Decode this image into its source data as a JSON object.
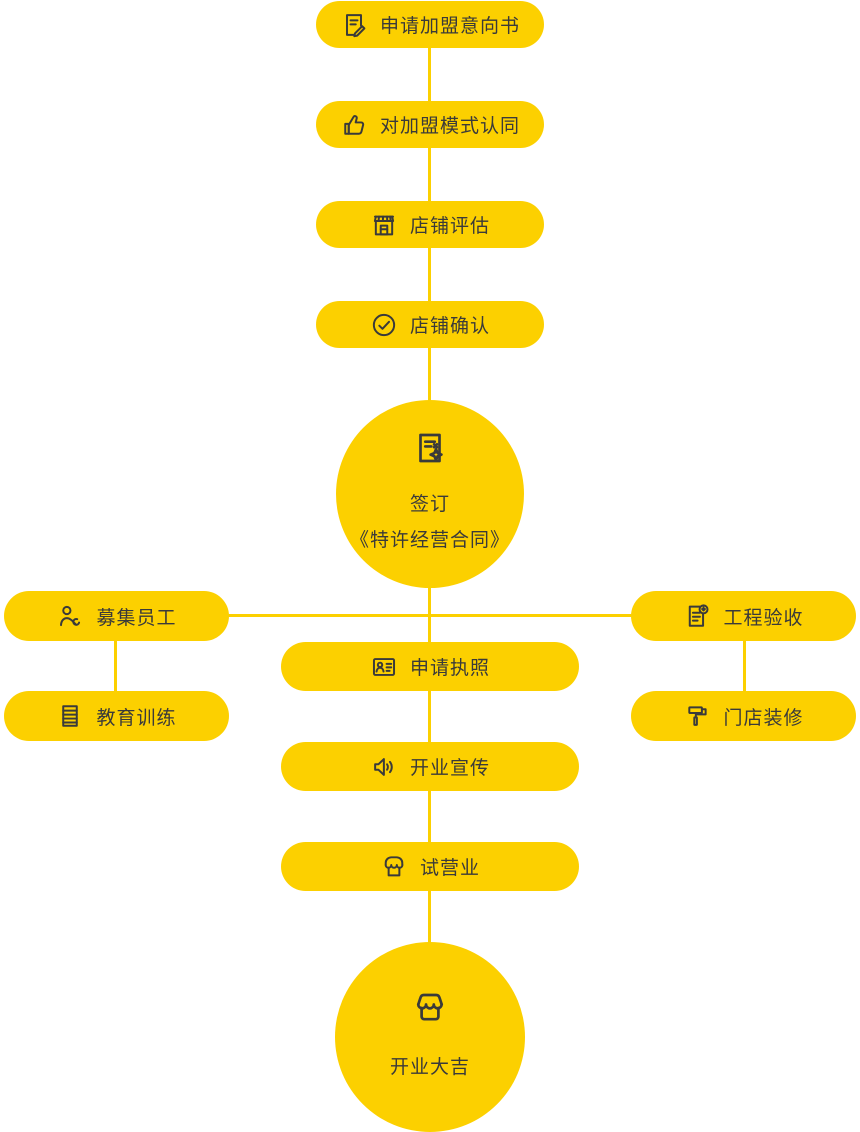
{
  "colors": {
    "accent": "#FCD000",
    "text": "#3A3A3A",
    "background": "#FFFFFF"
  },
  "steps": {
    "apply_intent": {
      "label": "申请加盟意向书",
      "icon": "document-pen-icon"
    },
    "model_agree": {
      "label": "对加盟模式认同",
      "icon": "thumbs-up-icon"
    },
    "store_evaluate": {
      "label": "店铺评估",
      "icon": "storefront-awning-icon"
    },
    "store_confirm": {
      "label": "店铺确认",
      "icon": "check-circle-icon"
    },
    "sign_contract": {
      "line1": "签订",
      "line2": "《特许经营合同》",
      "icon": "contract-star-icon"
    },
    "recruit_staff": {
      "label": "募集员工",
      "icon": "person-wrench-icon"
    },
    "project_acceptance": {
      "label": "工程验收",
      "icon": "document-stamp-icon"
    },
    "training": {
      "label": "教育训练",
      "icon": "notebook-icon"
    },
    "store_decoration": {
      "label": "门店装修",
      "icon": "paint-roller-icon"
    },
    "apply_license": {
      "label": "申请执照",
      "icon": "id-card-icon"
    },
    "opening_promo": {
      "label": "开业宣传",
      "icon": "speaker-icon"
    },
    "trial_operation": {
      "label": "试营业",
      "icon": "market-stall-icon"
    },
    "grand_opening": {
      "label": "开业大吉",
      "icon": "storefront-open-icon"
    }
  }
}
